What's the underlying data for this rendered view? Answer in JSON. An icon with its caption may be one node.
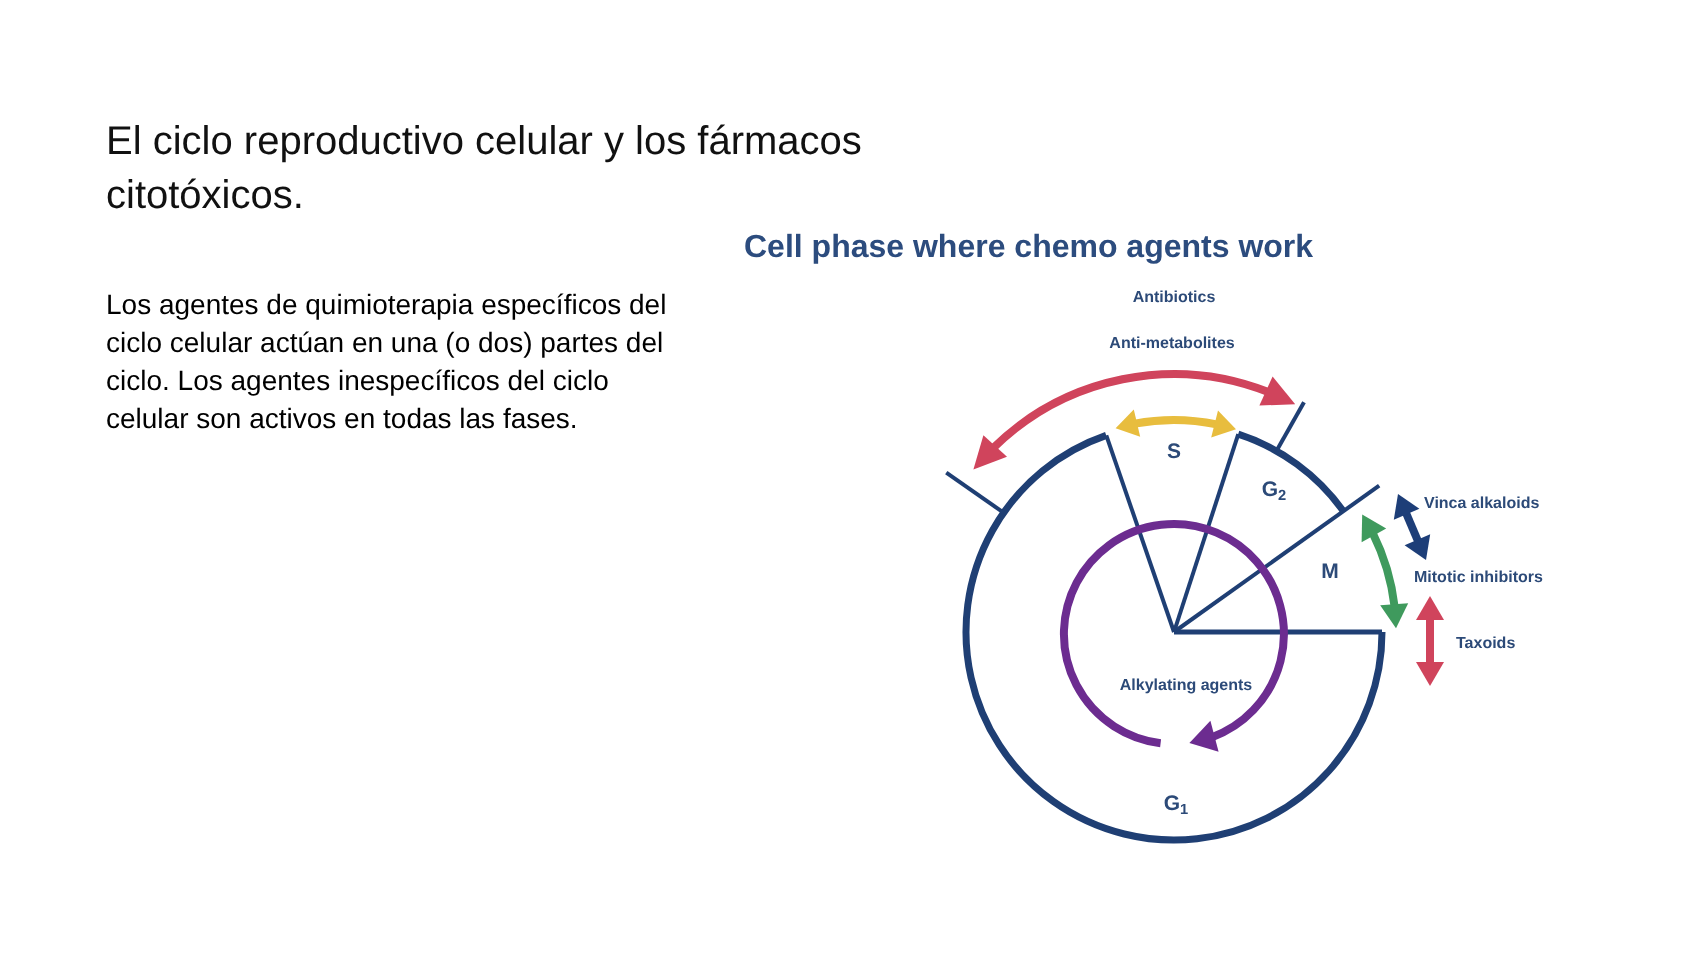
{
  "diagram": {
    "title": "El ciclo reproductivo celular y los fármacos citotóxicos.",
    "labels": [
      "Los agentes de quimioterapia específicos del ciclo celular actúan en una (o dos) partes del ciclo. Los agentes inespecíficos del ciclo celular son activos en todas las fases.",
      "Cell phase where chemo agents work",
      "Antibiotics",
      "Anti-metabolites",
      "S",
      "G$_{2}$",
      "Vinca alkaloids",
      "M",
      "Mitotic inhibitors",
      "Taxoids",
      "Alkylating agents",
      "G$_{1}$"
    ]
  }
}
